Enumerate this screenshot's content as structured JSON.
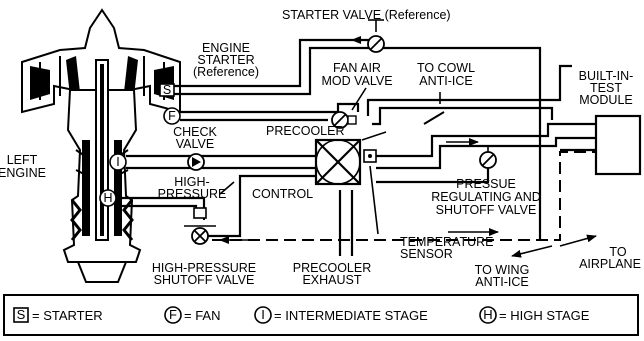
{
  "labels": {
    "starter_valve": "STARTER VALVE (Reference)",
    "engine_starter": [
      "ENGINE",
      "STARTER",
      "(Reference)"
    ],
    "fan_air_mod_valve": [
      "FAN AIR",
      "MOD VALVE"
    ],
    "to_cowl_anti_ice": [
      "TO COWL",
      "ANTI-ICE"
    ],
    "built_in_test_module": [
      "BUILT-IN-",
      "TEST",
      "MODULE"
    ],
    "precooler": "PRECOOLER",
    "check_valve": [
      "CHECK",
      "VALVE"
    ],
    "left_engine": [
      "LEFT",
      "ENGINE"
    ],
    "high_pressure": [
      "HIGH-",
      "PRESSURE"
    ],
    "control": "CONTROL",
    "pressure_regulating": [
      "PRESSUE",
      "REGULATING AND",
      "SHUTOFF VALVE"
    ],
    "temperature_sensor": [
      "TEMPERATURE",
      "SENSOR"
    ],
    "to_airplane": [
      "TO",
      "AIRPLANE"
    ],
    "to_wing_anti_ice": [
      "TO WING",
      "ANTI-ICE"
    ],
    "hp_shutoff_valve": [
      "HIGH-PRESSURE",
      "SHUTOFF VALVE"
    ],
    "precooler_exhaust": [
      "PRECOOLER",
      "EXHAUST"
    ]
  },
  "port_symbols": {
    "starter": "S",
    "fan": "F",
    "intermediate": "I",
    "high": "H"
  },
  "legend": [
    {
      "symbol": "S",
      "boxed": true,
      "text": "= STARTER"
    },
    {
      "symbol": "F",
      "boxed": false,
      "text": "= FAN"
    },
    {
      "symbol": "I",
      "boxed": false,
      "text": "= INTERMEDIATE STAGE"
    },
    {
      "symbol": "H",
      "boxed": false,
      "text": "= HIGH STAGE"
    }
  ]
}
